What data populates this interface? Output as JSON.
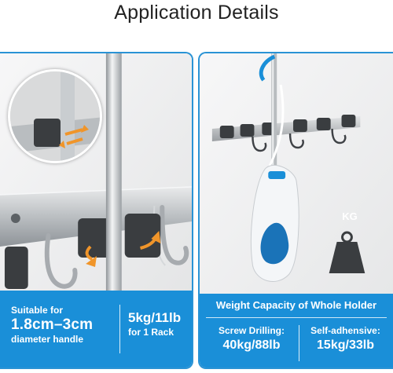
{
  "title": "Application Details",
  "left_panel": {
    "suitable_line1": "Suitable for",
    "suitable_size": "1.8cm–3cm",
    "suitable_line3": "diameter handle",
    "capacity_value": "5kg/11lb",
    "capacity_unit": "for 1 Rack"
  },
  "right_panel": {
    "heading": "Weight Capacity of Whole Holder",
    "screw_label": "Screw Drilling:",
    "screw_value": "40kg/88lb",
    "adhesive_label": "Self-adhensive:",
    "adhesive_value": "15kg/33lb",
    "weight_badge": "KG"
  },
  "colors": {
    "accent": "#1a8fd8",
    "border": "#2a93d5",
    "arrow": "#f0952a",
    "clip": "#3a3d40"
  }
}
